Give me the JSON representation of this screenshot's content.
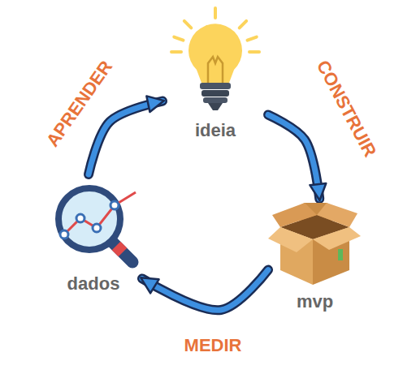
{
  "diagram": {
    "nodes": [
      {
        "text": [
          "ideia"
        ]
      },
      {
        "text": [
          "mvp"
        ]
      },
      {
        "text": [
          "dados"
        ]
      }
    ],
    "edges": [
      {
        "from": 0,
        "to": 1,
        "arrow": "to",
        "label": "CONSTRUIR"
      },
      {
        "from": 1,
        "to": 2,
        "arrow": "to",
        "label": "MEDIR"
      },
      {
        "from": 2,
        "to": 0,
        "arrow": "to",
        "label": "APRENDER"
      }
    ]
  }
}
